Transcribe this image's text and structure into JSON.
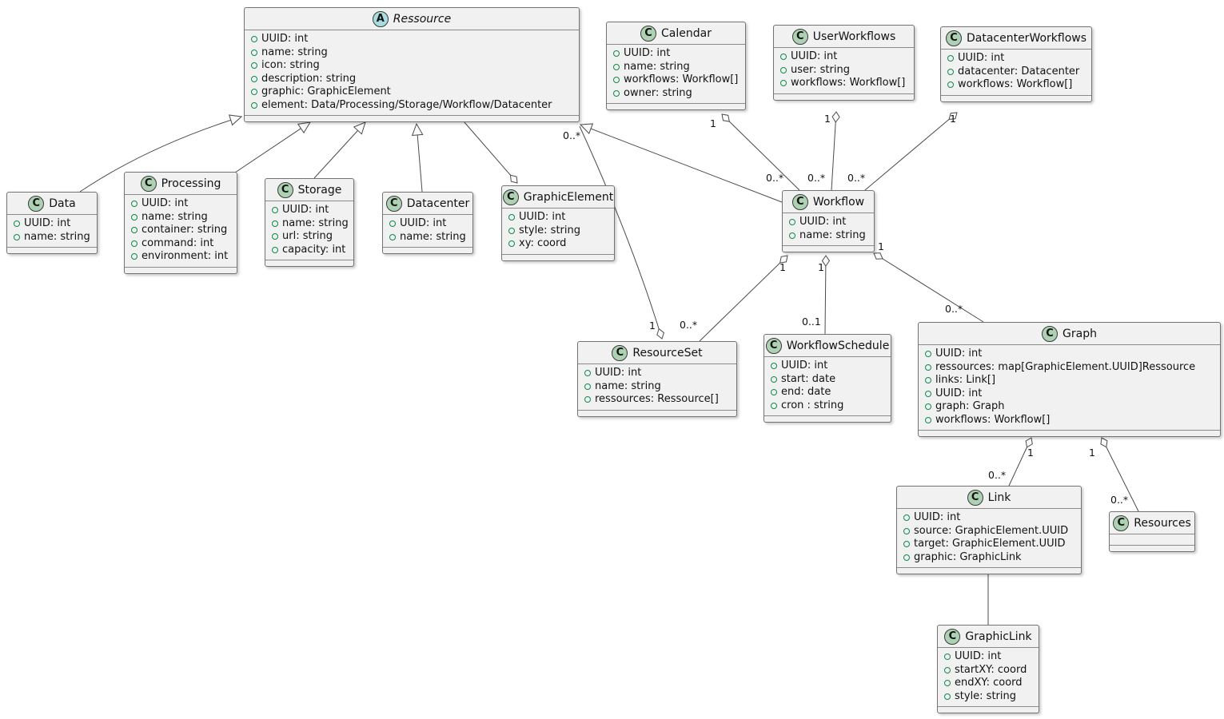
{
  "diagram": {
    "title": "UML class diagram",
    "colors": {
      "box_background": "#F1F1F1",
      "class_circle": "#ADD1B2",
      "abstract_circle": "#A9DCDF",
      "attribute_bullet": "#0e8a4a",
      "line": "#4b4b4b"
    },
    "classes": [
      {
        "id": "ressource",
        "stereotype": "A",
        "abstract": true,
        "name": "Ressource",
        "attributes": [
          "UUID: int",
          "name: string",
          "icon: string",
          "description: string",
          "graphic: GraphicElement",
          "element: Data/Processing/Storage/Workflow/Datacenter"
        ]
      },
      {
        "id": "calendar",
        "stereotype": "C",
        "abstract": false,
        "name": "Calendar",
        "attributes": [
          "UUID: int",
          "name: string",
          "workflows: Workflow[]",
          "owner: string"
        ]
      },
      {
        "id": "userworkflows",
        "stereotype": "C",
        "abstract": false,
        "name": "UserWorkflows",
        "attributes": [
          "UUID: int",
          "user: string",
          "workflows: Workflow[]"
        ]
      },
      {
        "id": "datacenterworkflows",
        "stereotype": "C",
        "abstract": false,
        "name": "DatacenterWorkflows",
        "attributes": [
          "UUID: int",
          "datacenter: Datacenter",
          "workflows: Workflow[]"
        ]
      },
      {
        "id": "data",
        "stereotype": "C",
        "abstract": false,
        "name": "Data",
        "attributes": [
          "UUID: int",
          "name: string"
        ]
      },
      {
        "id": "processing",
        "stereotype": "C",
        "abstract": false,
        "name": "Processing",
        "attributes": [
          "UUID: int",
          "name: string",
          "container: string",
          "command: int",
          "environment: int"
        ]
      },
      {
        "id": "storage",
        "stereotype": "C",
        "abstract": false,
        "name": "Storage",
        "attributes": [
          "UUID: int",
          "name: string",
          "url: string",
          "capacity: int"
        ]
      },
      {
        "id": "datacenter",
        "stereotype": "C",
        "abstract": false,
        "name": "Datacenter",
        "attributes": [
          "UUID: int",
          "name: string"
        ]
      },
      {
        "id": "graphicelement",
        "stereotype": "C",
        "abstract": false,
        "name": "GraphicElement",
        "attributes": [
          "UUID: int",
          "style: string",
          "xy: coord"
        ]
      },
      {
        "id": "workflow",
        "stereotype": "C",
        "abstract": false,
        "name": "Workflow",
        "attributes": [
          "UUID: int",
          "name: string"
        ]
      },
      {
        "id": "resourceset",
        "stereotype": "C",
        "abstract": false,
        "name": "ResourceSet",
        "attributes": [
          "UUID: int",
          "name: string",
          "ressources: Ressource[]"
        ]
      },
      {
        "id": "workflowschedule",
        "stereotype": "C",
        "abstract": false,
        "name": "WorkflowSchedule",
        "attributes": [
          "UUID: int",
          "start: date",
          "end: date",
          "cron : string"
        ]
      },
      {
        "id": "graph",
        "stereotype": "C",
        "abstract": false,
        "name": "Graph",
        "attributes": [
          "UUID: int",
          "ressources: map[GraphicElement.UUID]Ressource",
          "links: Link[]",
          "UUID: int",
          "graph: Graph",
          "workflows: Workflow[]"
        ]
      },
      {
        "id": "link",
        "stereotype": "C",
        "abstract": false,
        "name": "Link",
        "attributes": [
          "UUID: int",
          "source: GraphicElement.UUID",
          "target: GraphicElement.UUID",
          "graphic: GraphicLink"
        ]
      },
      {
        "id": "resources",
        "stereotype": "C",
        "abstract": false,
        "name": "Resources",
        "attributes": []
      },
      {
        "id": "graphiclink",
        "stereotype": "C",
        "abstract": false,
        "name": "GraphicLink",
        "attributes": [
          "UUID: int",
          "startXY: coord",
          "endXY: coord",
          "style: string"
        ]
      }
    ],
    "edges": [
      {
        "id": "g-data",
        "type": "generalization",
        "from": "Data",
        "to": "Ressource"
      },
      {
        "id": "g-processing",
        "type": "generalization",
        "from": "Processing",
        "to": "Ressource"
      },
      {
        "id": "g-storage",
        "type": "generalization",
        "from": "Storage",
        "to": "Ressource"
      },
      {
        "id": "g-datacenter",
        "type": "generalization",
        "from": "Datacenter",
        "to": "Ressource"
      },
      {
        "id": "g-workflow",
        "type": "generalization",
        "from": "Workflow",
        "to": "Ressource"
      },
      {
        "id": "a-ressource-graphicelement",
        "type": "aggregation",
        "from": "Ressource",
        "to": "GraphicElement"
      },
      {
        "id": "a-resourceset-ressource",
        "type": "aggregation",
        "from": "Ressource",
        "to": "ResourceSet",
        "from_label": "0..*",
        "to_label": "1"
      },
      {
        "id": "a-calendar-workflow",
        "type": "aggregation",
        "from": "Workflow",
        "to": "Calendar",
        "from_label": "0..*",
        "to_label": "1"
      },
      {
        "id": "a-userworkflows-workflow",
        "type": "aggregation",
        "from": "Workflow",
        "to": "UserWorkflows",
        "from_label": "0..*",
        "to_label": "1"
      },
      {
        "id": "a-datacenterworkflows-workflow",
        "type": "aggregation",
        "from": "Workflow",
        "to": "DatacenterWorkflows",
        "from_label": "0..*",
        "to_label": "1"
      },
      {
        "id": "a-workflow-resourceset",
        "type": "aggregation",
        "from": "ResourceSet",
        "to": "Workflow",
        "from_label": "0..*",
        "to_label": "1"
      },
      {
        "id": "a-workflow-workflowschedule",
        "type": "aggregation",
        "from": "WorkflowSchedule",
        "to": "Workflow",
        "from_label": "0..1",
        "to_label": "1"
      },
      {
        "id": "a-workflow-graph",
        "type": "aggregation",
        "from": "Graph",
        "to": "Workflow",
        "from_label": "0..*",
        "to_label": "1"
      },
      {
        "id": "a-graph-link",
        "type": "aggregation",
        "from": "Link",
        "to": "Graph",
        "from_label": "0..*",
        "to_label": "1"
      },
      {
        "id": "a-graph-resources",
        "type": "aggregation",
        "from": "Resources",
        "to": "Graph",
        "from_label": "0..*",
        "to_label": "1"
      },
      {
        "id": "l-link-graphiclink",
        "type": "association",
        "from": "Link",
        "to": "GraphicLink"
      }
    ]
  }
}
